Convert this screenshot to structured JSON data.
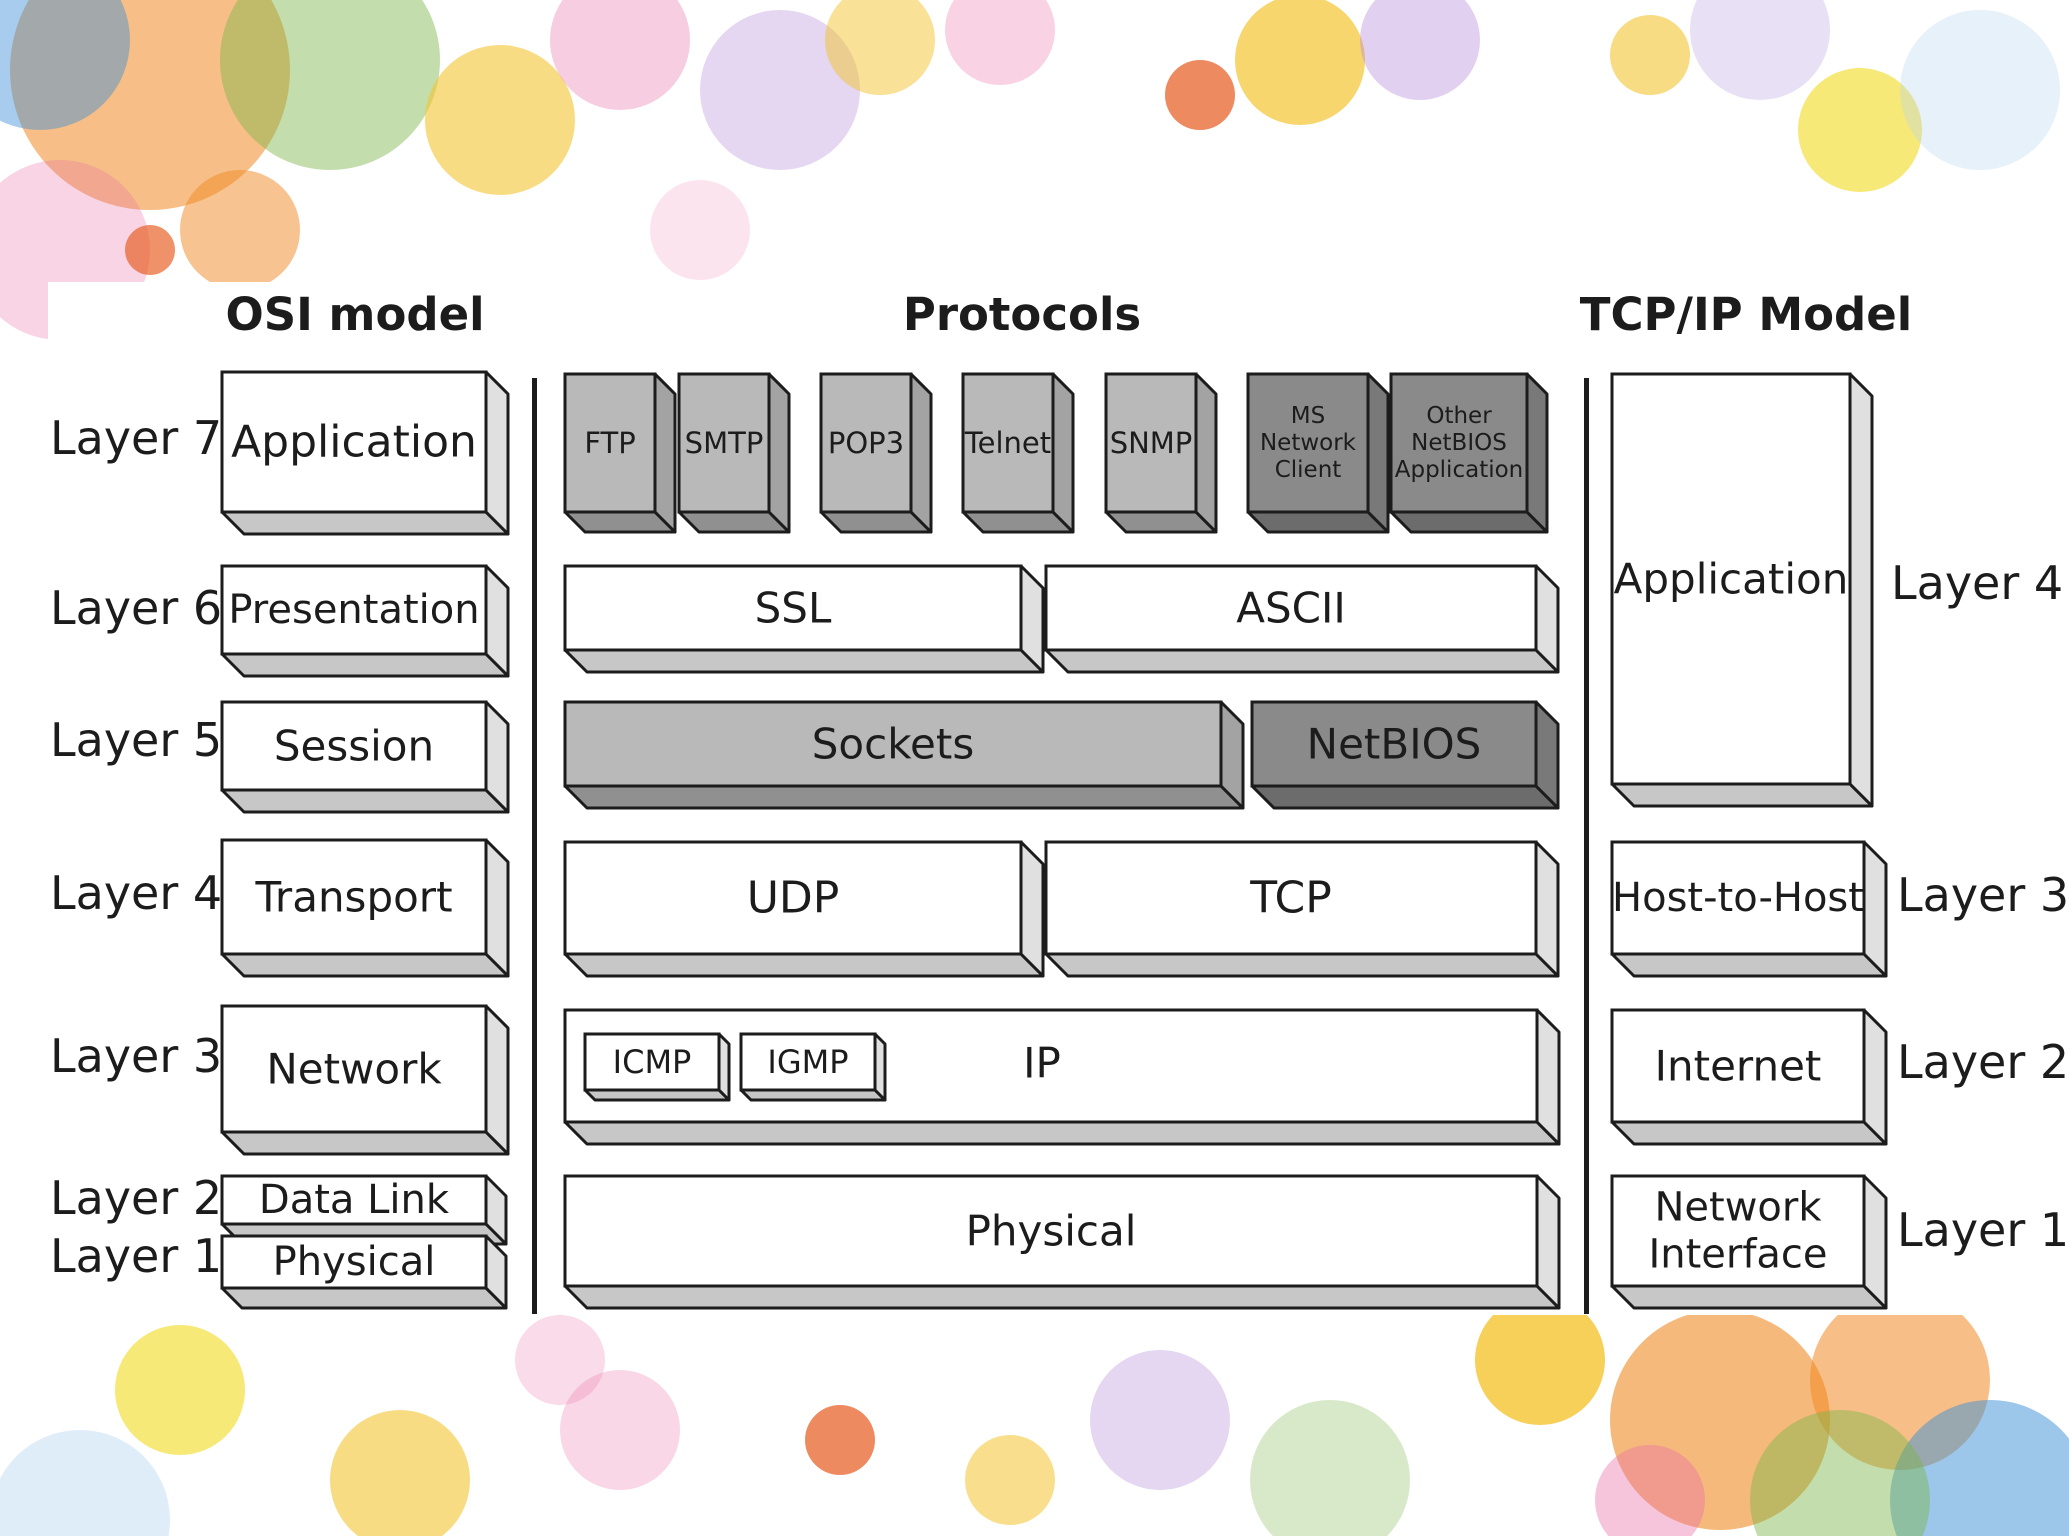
{
  "headings": {
    "osi": "OSI model",
    "protocols": "Protocols",
    "tcpip": "TCP/IP Model"
  },
  "osi_layer_labels": [
    "Layer 7",
    "Layer 6",
    "Layer 5",
    "Layer 4",
    "Layer 3",
    "Layer 2",
    "Layer 1"
  ],
  "osi_layers": [
    "Application",
    "Presentation",
    "Session",
    "Transport",
    "Network",
    "Data Link",
    "Physical"
  ],
  "protocols": {
    "application": [
      "FTP",
      "SMTP",
      "POP3",
      "Telnet",
      "SNMP"
    ],
    "ms_network_client": [
      "MS",
      "Network",
      "Client"
    ],
    "other_netbios": [
      "Other",
      "NetBIOS",
      "Application"
    ],
    "presentation": [
      "SSL",
      "ASCII"
    ],
    "session": [
      "Sockets",
      "NetBIOS"
    ],
    "transport": [
      "UDP",
      "TCP"
    ],
    "network": {
      "ip": "IP",
      "icmp": "ICMP",
      "igmp": "IGMP"
    },
    "physical": "Physical"
  },
  "tcpip_layers": {
    "application": "Application",
    "host_to_host": "Host-to-Host",
    "internet": "Internet",
    "network_interface": [
      "Network",
      "Interface"
    ]
  },
  "tcpip_layer_labels": [
    "Layer 4",
    "Layer 3",
    "Layer 2",
    "Layer 1"
  ],
  "colors": {
    "box_white": "#ffffff",
    "box_light_gray": "#b9b9b9",
    "box_dark_gray": "#8a8a8a",
    "outline": "#1c1c1c"
  }
}
